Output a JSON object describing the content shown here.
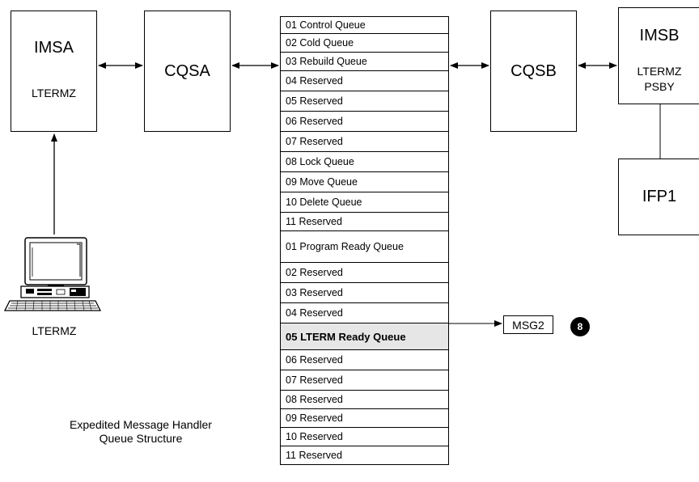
{
  "imsa": {
    "title": "IMSA",
    "lterm": "LTERMZ"
  },
  "cqsa": {
    "title": "CQSA"
  },
  "cqsb": {
    "title": "CQSB"
  },
  "imsb": {
    "title": "IMSB",
    "lterm": "LTERMZ",
    "psb": "PSBY"
  },
  "ifp": {
    "title": "IFP1"
  },
  "terminal": {
    "label": "LTERMZ",
    "icon": "computer-terminal-icon"
  },
  "queue_rows": [
    "01 Control Queue",
    "02 Cold Queue",
    "03 Rebuild Queue",
    "04 Reserved",
    "05 Reserved",
    "06 Reserved",
    "07 Reserved",
    "08 Lock Queue",
    "09 Move Queue",
    "10 Delete Queue",
    "11 Reserved",
    "01 Program Ready Queue",
    "02 Reserved",
    "03 Reserved",
    "04 Reserved",
    "05 LTERM Ready Queue",
    "06 Reserved",
    "07 Reserved",
    "08 Reserved",
    "09 Reserved",
    "10 Reserved",
    "11 Reserved"
  ],
  "highlight_row": "05 LTERM Ready Queue",
  "message": {
    "label": "MSG2",
    "step": "8"
  },
  "caption": {
    "line1": "Expedited Message Handler",
    "line2": "Queue Structure"
  },
  "colors": {
    "highlight": "#e6e6e6",
    "line": "#000000"
  }
}
